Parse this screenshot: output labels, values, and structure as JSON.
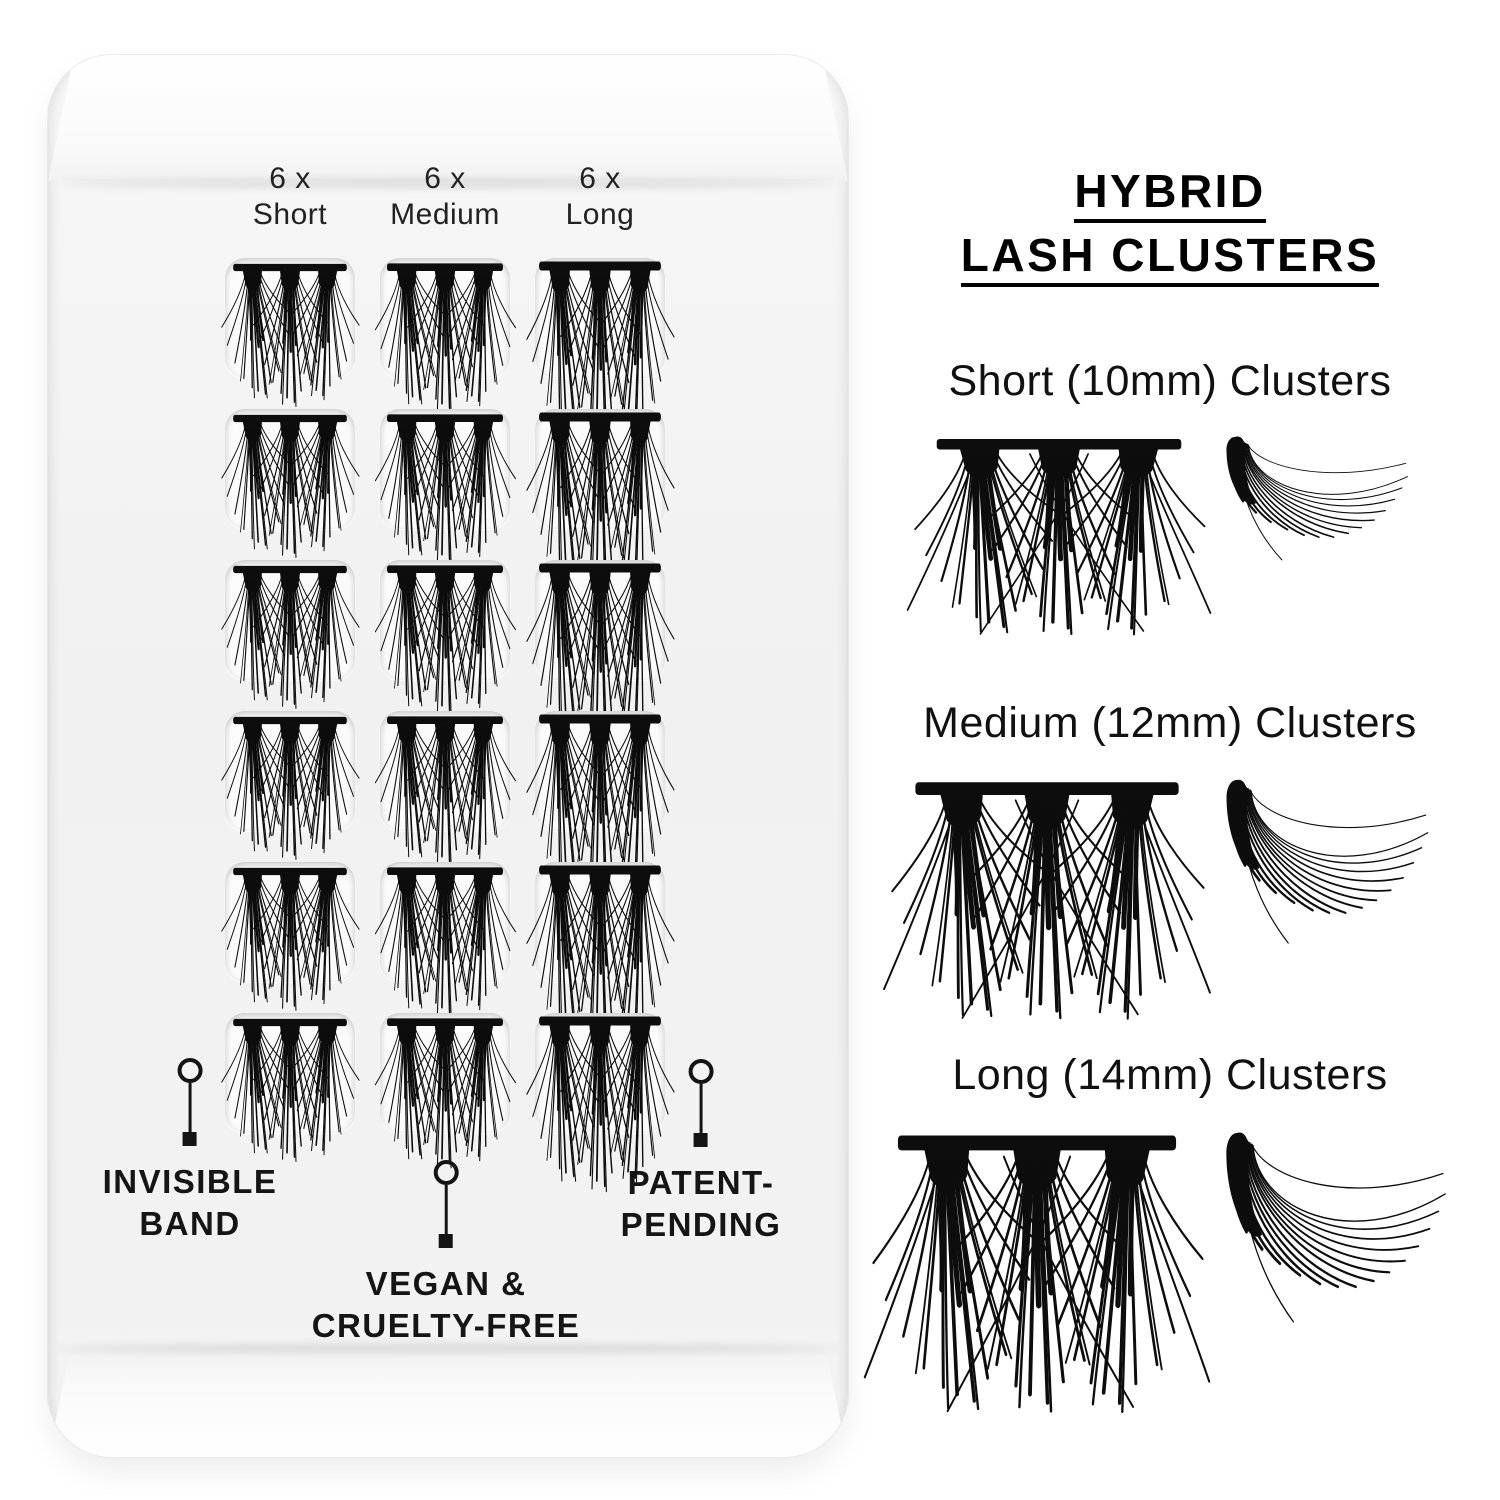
{
  "colors": {
    "background": "#ffffff",
    "tray": "#f1f1f1",
    "lash": "#0d0d0d",
    "text": "#1c1c1c",
    "title": "#000000"
  },
  "icons": {
    "callout-circle-icon": "○",
    "callout-square-icon": "■"
  },
  "tray": {
    "columns": [
      {
        "count": "6 x",
        "size": "Short"
      },
      {
        "count": "6 x",
        "size": "Medium"
      },
      {
        "count": "6 x",
        "size": "Long"
      }
    ],
    "grid": {
      "rows": 6,
      "cols": 3
    },
    "callouts": [
      {
        "line1": "INVISIBLE",
        "line2": "BAND"
      },
      {
        "line1": "VEGAN &",
        "line2": "CRUELTY-FREE"
      },
      {
        "line1": "PATENT-",
        "line2": "PENDING"
      }
    ]
  },
  "panel": {
    "title_line1": "HYBRID",
    "title_line2": "LASH CLUSTERS",
    "sections": [
      {
        "label": "Short (10mm) Clusters"
      },
      {
        "label": "Medium (12mm) Clusters"
      },
      {
        "label": "Long (14mm) Clusters"
      }
    ]
  }
}
